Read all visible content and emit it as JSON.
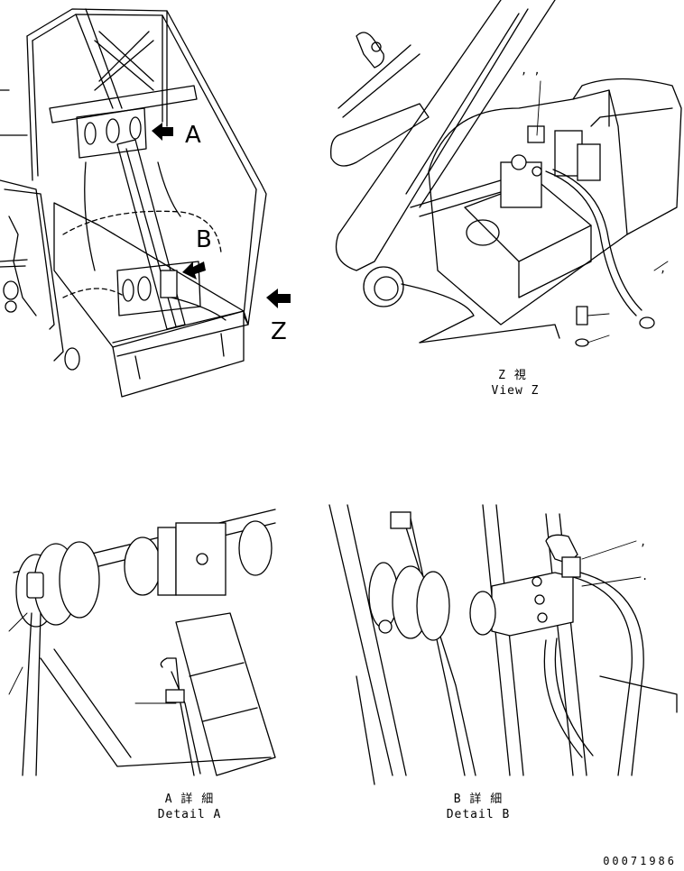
{
  "overview": {
    "callout_a": "A",
    "callout_b": "B",
    "callout_z": "Z"
  },
  "view_z": {
    "caption_jp": "Z 視",
    "caption_en": "View Z",
    "tick_marks": [
      ",  ,",
      ","
    ]
  },
  "detail_a": {
    "caption_jp": "A 詳 細",
    "caption_en": "Detail A"
  },
  "detail_b": {
    "caption_jp": "B 詳 細",
    "caption_en": "Detail B",
    "tick_marks": [
      ",",
      "."
    ]
  },
  "document_number": "00071986"
}
